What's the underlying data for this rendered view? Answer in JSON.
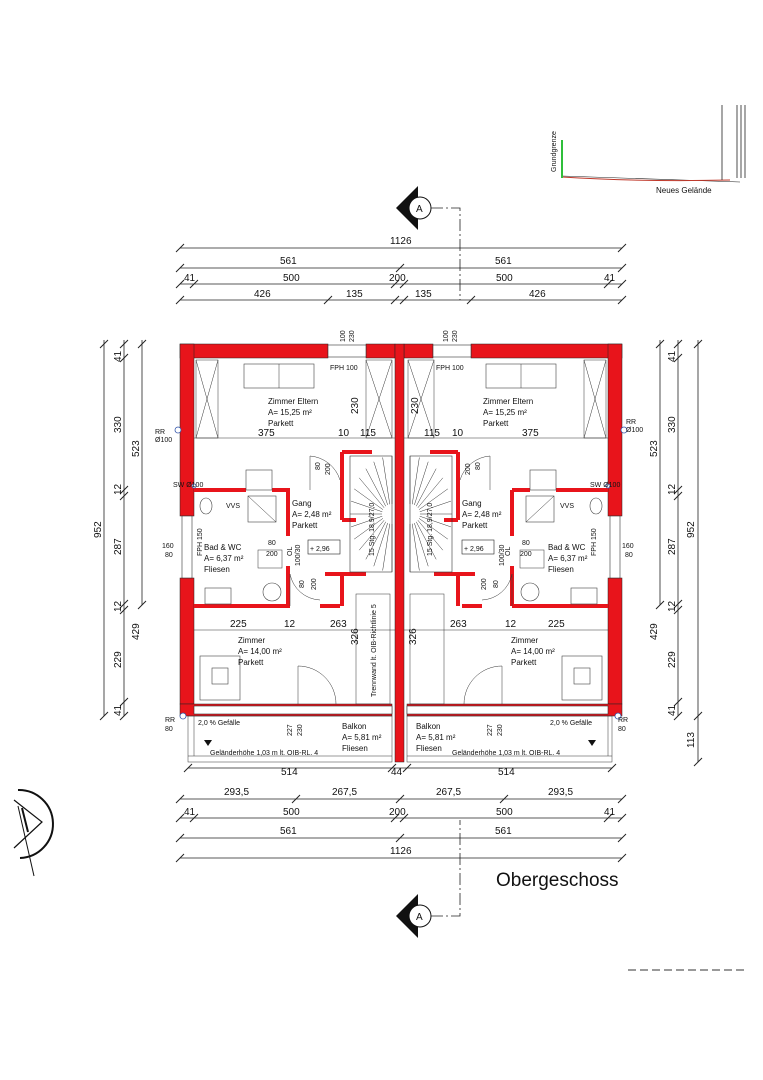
{
  "title": "Obergeschoss",
  "colors": {
    "wall": "#e8141b",
    "grundgrenze": "#2fbf3a",
    "gelaende": "#c0392b"
  },
  "section": {
    "top_label": "A",
    "bottom_label": "A"
  },
  "inset": {
    "grundgrenze": "Grundgrenze",
    "neues_gelaende": "Neues Gelände"
  },
  "dims_top": {
    "total": "1126",
    "half_l": "561",
    "half_r": "561",
    "a41_l": "41",
    "a500_l": "500",
    "a200": "200",
    "a500_r": "500",
    "a41_r": "41",
    "b426_l": "426",
    "b135_l": "135",
    "b135_r": "135",
    "b426_r": "426"
  },
  "dims_bottom": {
    "total": "1126",
    "half_l": "561",
    "half_r": "561",
    "a41_l": "41",
    "a500_l": "500",
    "a200": "200",
    "a500_r": "500",
    "a41_r": "41",
    "b293_l": "293,5",
    "b267_l": "267,5",
    "b267_r": "267,5",
    "b293_r": "293,5",
    "c514_l": "514",
    "c44": "44",
    "c514_r": "514"
  },
  "dims_left": {
    "total": "952",
    "s523": "523",
    "s41a": "41",
    "s330": "330",
    "s12a": "12",
    "s287": "287",
    "s12b": "12",
    "s429": "429",
    "s229": "229",
    "s41b": "41"
  },
  "dims_right": {
    "total": "952",
    "s523": "523",
    "s41a": "41",
    "s330": "330",
    "s12a": "12",
    "s287": "287",
    "s12b": "12",
    "s429": "429",
    "s229": "229",
    "s41b": "41",
    "s113": "113"
  },
  "rooms": {
    "eltern": {
      "name": "Zimmer Eltern",
      "area": "A= 15,25 m²",
      "floor": "Parkett"
    },
    "gang": {
      "name": "Gang",
      "area": "A= 2,48 m²",
      "floor": "Parkett"
    },
    "bad": {
      "name": "Bad & WC",
      "area": "A= 6,37 m²",
      "floor": "Fliesen"
    },
    "zimmer": {
      "name": "Zimmer",
      "area": "A= 14,00 m²",
      "floor": "Parkett"
    },
    "balkon": {
      "name": "Balkon",
      "area": "A= 5,81 m²",
      "floor": "Fliesen"
    }
  },
  "notes": {
    "fph": "FPH 100",
    "w100": "100",
    "w230": "230",
    "rr": "RR",
    "d100": "Ø100",
    "d80": "80",
    "sw": "SW Ø100",
    "vvs": "VVS",
    "d375": "375",
    "d10": "10",
    "d115": "115",
    "fph150": "FPH 150",
    "w160": "160",
    "w80": "80",
    "d200": "200",
    "ol": "OL",
    "d10030": "100/30",
    "level": "+ 2,96",
    "d225": "225",
    "d12": "12",
    "d263": "263",
    "d326": "326",
    "d227": "227",
    "d230b": "230",
    "trennwand": "Trennwand lt. OIB-Richtlinie 5",
    "gefaelle": "2,0 % Gefälle",
    "gelaender": "Geländerhöhe 1,03 m lt. OIB-RL. 4",
    "stair": "15 Stg. 18,9/27,0"
  }
}
